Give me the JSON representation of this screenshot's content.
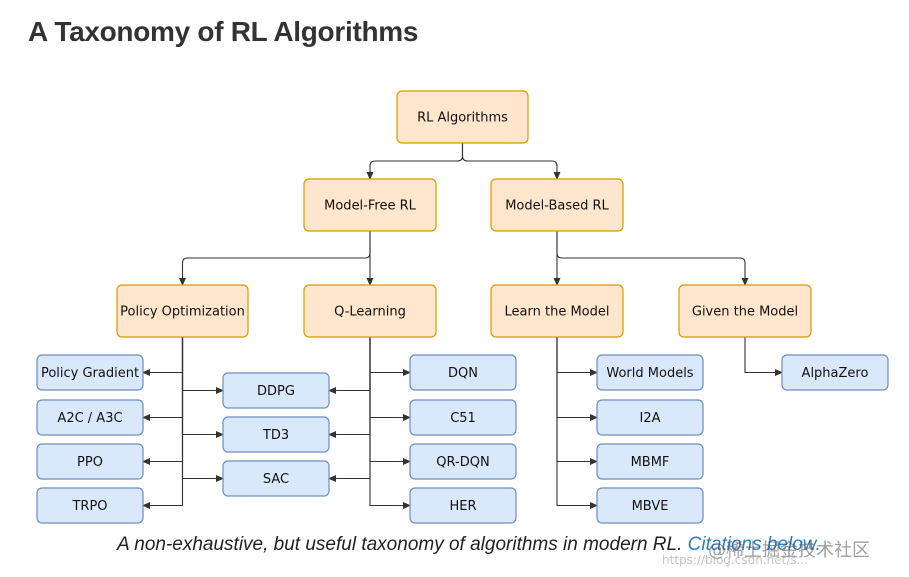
{
  "title": "A Taxonomy of RL Algorithms",
  "colors": {
    "orange_fill": "#ffe6cc",
    "orange_stroke": "#d79b00",
    "blue_fill": "#dae8fc",
    "blue_stroke": "#6c8ebf",
    "edge": "#333333",
    "link": "#2a7fc2"
  },
  "nodes": [
    {
      "id": "rl",
      "label": "RL Algorithms",
      "style": "orange"
    },
    {
      "id": "mf",
      "label": "Model-Free RL",
      "style": "orange"
    },
    {
      "id": "mb",
      "label": "Model-Based RL",
      "style": "orange"
    },
    {
      "id": "po",
      "label": "Policy Optimization",
      "style": "orange"
    },
    {
      "id": "ql",
      "label": "Q-Learning",
      "style": "orange"
    },
    {
      "id": "lm",
      "label": "Learn the Model",
      "style": "orange"
    },
    {
      "id": "gm",
      "label": "Given the Model",
      "style": "orange"
    },
    {
      "id": "pg",
      "label": "Policy Gradient",
      "style": "blue"
    },
    {
      "id": "a2c",
      "label": "A2C / A3C",
      "style": "blue"
    },
    {
      "id": "ppo",
      "label": "PPO",
      "style": "blue"
    },
    {
      "id": "trpo",
      "label": "TRPO",
      "style": "blue"
    },
    {
      "id": "ddpg",
      "label": "DDPG",
      "style": "blue"
    },
    {
      "id": "td3",
      "label": "TD3",
      "style": "blue"
    },
    {
      "id": "sac",
      "label": "SAC",
      "style": "blue"
    },
    {
      "id": "dqn",
      "label": "DQN",
      "style": "blue"
    },
    {
      "id": "c51",
      "label": "C51",
      "style": "blue"
    },
    {
      "id": "qrdqn",
      "label": "QR-DQN",
      "style": "blue"
    },
    {
      "id": "her",
      "label": "HER",
      "style": "blue"
    },
    {
      "id": "wm",
      "label": "World Models",
      "style": "blue"
    },
    {
      "id": "i2a",
      "label": "I2A",
      "style": "blue"
    },
    {
      "id": "mbmf",
      "label": "MBMF",
      "style": "blue"
    },
    {
      "id": "mbve",
      "label": "MBVE",
      "style": "blue"
    },
    {
      "id": "az",
      "label": "AlphaZero",
      "style": "blue"
    }
  ],
  "edges": [
    {
      "from": "rl",
      "to": "mf"
    },
    {
      "from": "rl",
      "to": "mb"
    },
    {
      "from": "mf",
      "to": "po"
    },
    {
      "from": "mf",
      "to": "ql"
    },
    {
      "from": "mb",
      "to": "lm"
    },
    {
      "from": "mb",
      "to": "gm"
    },
    {
      "from": "po",
      "to": "pg"
    },
    {
      "from": "po",
      "to": "a2c"
    },
    {
      "from": "po",
      "to": "ppo"
    },
    {
      "from": "po",
      "to": "trpo"
    },
    {
      "from": "po",
      "to": "ddpg"
    },
    {
      "from": "po",
      "to": "td3"
    },
    {
      "from": "po",
      "to": "sac"
    },
    {
      "from": "ql",
      "to": "ddpg"
    },
    {
      "from": "ql",
      "to": "td3"
    },
    {
      "from": "ql",
      "to": "sac"
    },
    {
      "from": "ql",
      "to": "dqn"
    },
    {
      "from": "ql",
      "to": "c51"
    },
    {
      "from": "ql",
      "to": "qrdqn"
    },
    {
      "from": "ql",
      "to": "her"
    },
    {
      "from": "lm",
      "to": "wm"
    },
    {
      "from": "lm",
      "to": "i2a"
    },
    {
      "from": "lm",
      "to": "mbmf"
    },
    {
      "from": "lm",
      "to": "mbve"
    },
    {
      "from": "gm",
      "to": "az"
    }
  ],
  "caption": {
    "text": "A non-exhaustive, but useful taxonomy of algorithms in modern RL.",
    "link": "Citations below."
  },
  "watermark": {
    "text": "@稀土掘金技术社区",
    "url": "https://blog.csdn.net/s..."
  }
}
